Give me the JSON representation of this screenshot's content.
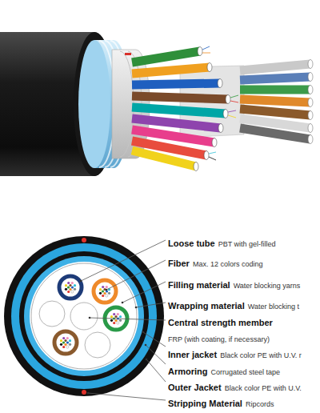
{
  "diagram": {
    "labels": [
      "Loose tube",
      "PBT with gel-filled",
      "Fiber",
      "Max. 12 colors coding",
      "Filling material",
      "Water blocking yarns",
      "Wrapping material",
      "Water blocking t",
      "Central strength member",
      "FRP (with coating, if necessary)",
      "Inner jacket",
      "Black color PE with U.V. r",
      "Armoring",
      "Corrugated steel tape",
      "Outer Jacket",
      "Black color PE with U.V.",
      "Stripping Material",
      "Ripcords"
    ]
  }
}
